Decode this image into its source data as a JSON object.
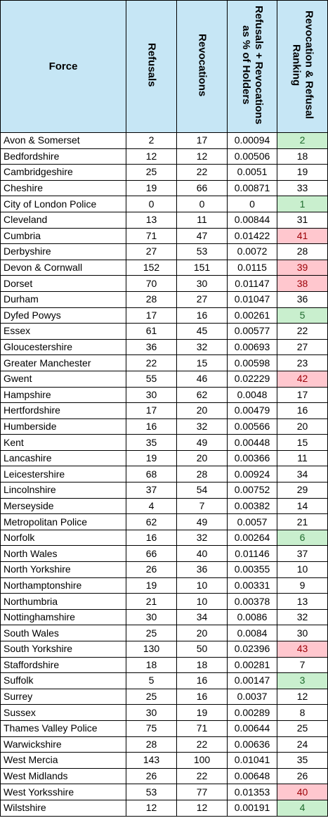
{
  "headers": {
    "force": "Force",
    "refusals": "Refusals",
    "revocations": "Revocations",
    "pct_line1": "Refusals + Revocations",
    "pct_line2": "as % of Holders",
    "rank_line1": "Revocation & Refusal",
    "rank_line2": "Ranking"
  },
  "colors": {
    "header_bg": "#c6e6f5",
    "good_bg": "#c9efce",
    "good_text": "#1f6b2e",
    "bad_bg": "#ffc7ce",
    "bad_text": "#9c0006"
  },
  "rows": [
    {
      "force": "Avon & Somerset",
      "refusals": "2",
      "revocations": "17",
      "pct": "0.00094",
      "rank": "2",
      "highlight": "good"
    },
    {
      "force": "Bedfordshire",
      "refusals": "12",
      "revocations": "12",
      "pct": "0.00506",
      "rank": "18",
      "highlight": ""
    },
    {
      "force": "Cambridgeshire",
      "refusals": "25",
      "revocations": "22",
      "pct": "0.0051",
      "rank": "19",
      "highlight": ""
    },
    {
      "force": "Cheshire",
      "refusals": "19",
      "revocations": "66",
      "pct": "0.00871",
      "rank": "33",
      "highlight": ""
    },
    {
      "force": "City of London Police",
      "refusals": "0",
      "revocations": "0",
      "pct": "0",
      "rank": "1",
      "highlight": "good"
    },
    {
      "force": "Cleveland",
      "refusals": "13",
      "revocations": "11",
      "pct": "0.00844",
      "rank": "31",
      "highlight": ""
    },
    {
      "force": "Cumbria",
      "refusals": "71",
      "revocations": "47",
      "pct": "0.01422",
      "rank": "41",
      "highlight": "bad"
    },
    {
      "force": "Derbyshire",
      "refusals": "27",
      "revocations": "53",
      "pct": "0.0072",
      "rank": "28",
      "highlight": ""
    },
    {
      "force": "Devon & Cornwall",
      "refusals": "152",
      "revocations": "151",
      "pct": "0.0115",
      "rank": "39",
      "highlight": "bad"
    },
    {
      "force": "Dorset",
      "refusals": "70",
      "revocations": "30",
      "pct": "0.01147",
      "rank": "38",
      "highlight": "bad"
    },
    {
      "force": "Durham",
      "refusals": "28",
      "revocations": "27",
      "pct": "0.01047",
      "rank": "36",
      "highlight": ""
    },
    {
      "force": "Dyfed Powys",
      "refusals": "17",
      "revocations": "16",
      "pct": "0.00261",
      "rank": "5",
      "highlight": "good"
    },
    {
      "force": "Essex",
      "refusals": "61",
      "revocations": "45",
      "pct": "0.00577",
      "rank": "22",
      "highlight": ""
    },
    {
      "force": "Gloucestershire",
      "refusals": "36",
      "revocations": "32",
      "pct": "0.00693",
      "rank": "27",
      "highlight": ""
    },
    {
      "force": "Greater Manchester",
      "refusals": "22",
      "revocations": "15",
      "pct": "0.00598",
      "rank": "23",
      "highlight": ""
    },
    {
      "force": "Gwent",
      "refusals": "55",
      "revocations": "46",
      "pct": "0.02229",
      "rank": "42",
      "highlight": "bad"
    },
    {
      "force": "Hampshire",
      "refusals": "30",
      "revocations": "62",
      "pct": "0.0048",
      "rank": "17",
      "highlight": ""
    },
    {
      "force": "Hertfordshire",
      "refusals": "17",
      "revocations": "20",
      "pct": "0.00479",
      "rank": "16",
      "highlight": ""
    },
    {
      "force": "Humberside",
      "refusals": "16",
      "revocations": "32",
      "pct": "0.00566",
      "rank": "20",
      "highlight": ""
    },
    {
      "force": "Kent",
      "refusals": "35",
      "revocations": "49",
      "pct": "0.00448",
      "rank": "15",
      "highlight": ""
    },
    {
      "force": "Lancashire",
      "refusals": "19",
      "revocations": "20",
      "pct": "0.00366",
      "rank": "11",
      "highlight": ""
    },
    {
      "force": "Leicestershire",
      "refusals": "68",
      "revocations": "28",
      "pct": "0.00924",
      "rank": "34",
      "highlight": ""
    },
    {
      "force": "Lincolnshire",
      "refusals": "37",
      "revocations": "54",
      "pct": "0.00752",
      "rank": "29",
      "highlight": ""
    },
    {
      "force": "Merseyside",
      "refusals": "4",
      "revocations": "7",
      "pct": "0.00382",
      "rank": "14",
      "highlight": ""
    },
    {
      "force": "Metropolitan Police",
      "refusals": "62",
      "revocations": "49",
      "pct": "0.0057",
      "rank": "21",
      "highlight": ""
    },
    {
      "force": "Norfolk",
      "refusals": "16",
      "revocations": "32",
      "pct": "0.00264",
      "rank": "6",
      "highlight": "good"
    },
    {
      "force": "North Wales",
      "refusals": "66",
      "revocations": "40",
      "pct": "0.01146",
      "rank": "37",
      "highlight": ""
    },
    {
      "force": "North Yorkshire",
      "refusals": "26",
      "revocations": "36",
      "pct": "0.00355",
      "rank": "10",
      "highlight": ""
    },
    {
      "force": "Northamptonshire",
      "refusals": "19",
      "revocations": "10",
      "pct": "0.00331",
      "rank": "9",
      "highlight": ""
    },
    {
      "force": "Northumbria",
      "refusals": "21",
      "revocations": "10",
      "pct": "0.00378",
      "rank": "13",
      "highlight": ""
    },
    {
      "force": "Nottinghamshire",
      "refusals": "30",
      "revocations": "34",
      "pct": "0.0086",
      "rank": "32",
      "highlight": ""
    },
    {
      "force": "South Wales",
      "refusals": "25",
      "revocations": "20",
      "pct": "0.0084",
      "rank": "30",
      "highlight": ""
    },
    {
      "force": "South Yorkshire",
      "refusals": "130",
      "revocations": "50",
      "pct": "0.02396",
      "rank": "43",
      "highlight": "bad"
    },
    {
      "force": "Staffordshire",
      "refusals": "18",
      "revocations": "18",
      "pct": "0.00281",
      "rank": "7",
      "highlight": ""
    },
    {
      "force": "Suffolk",
      "refusals": "5",
      "revocations": "16",
      "pct": "0.00147",
      "rank": "3",
      "highlight": "good"
    },
    {
      "force": "Surrey",
      "refusals": "25",
      "revocations": "16",
      "pct": "0.0037",
      "rank": "12",
      "highlight": ""
    },
    {
      "force": "Sussex",
      "refusals": "30",
      "revocations": "19",
      "pct": "0.00289",
      "rank": "8",
      "highlight": ""
    },
    {
      "force": "Thames Valley Police",
      "refusals": "75",
      "revocations": "71",
      "pct": "0.00644",
      "rank": "25",
      "highlight": ""
    },
    {
      "force": "Warwickshire",
      "refusals": "28",
      "revocations": "22",
      "pct": "0.00636",
      "rank": "24",
      "highlight": ""
    },
    {
      "force": "West Mercia",
      "refusals": "143",
      "revocations": "100",
      "pct": "0.01041",
      "rank": "35",
      "highlight": ""
    },
    {
      "force": "West Midlands",
      "refusals": "26",
      "revocations": "22",
      "pct": "0.00648",
      "rank": "26",
      "highlight": ""
    },
    {
      "force": "West Yorksshire",
      "refusals": "53",
      "revocations": "77",
      "pct": "0.01353",
      "rank": "40",
      "highlight": "bad"
    },
    {
      "force": "Wilstshire",
      "refusals": "12",
      "revocations": "12",
      "pct": "0.00191",
      "rank": "4",
      "highlight": "good"
    }
  ]
}
